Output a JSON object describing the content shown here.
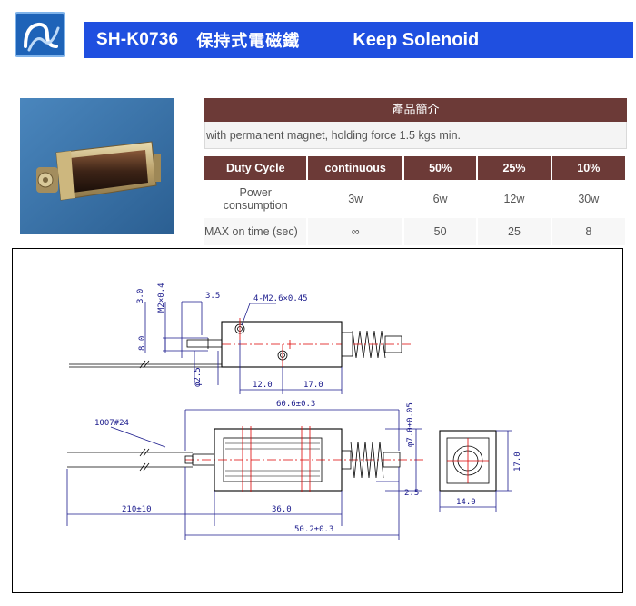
{
  "header": {
    "model": "SH-K0736",
    "chinese_name": "保持式電磁鐵",
    "english_name": "Keep Solenoid",
    "logo_icon": "company-logo-icon",
    "colors": {
      "banner": "#1f4fe0",
      "table_header": "#6c3a37"
    }
  },
  "spec": {
    "title": "產品簡介",
    "description": "with permanent magnet, holding force 1.5 kgs min.",
    "columns": [
      "Duty Cycle",
      "continuous",
      "50%",
      "25%",
      "10%"
    ],
    "rows": [
      {
        "label_line1": "Power",
        "label_line2": "consumption",
        "values": [
          "3w",
          "6w",
          "12w",
          "30w"
        ]
      },
      {
        "label": "MAX on time (sec)",
        "values": [
          "∞",
          "50",
          "25",
          "8"
        ]
      }
    ]
  },
  "drawing": {
    "top_view": {
      "dim_3_0": "3.0",
      "dim_m2": "M2×0.4",
      "dim_3_5": "3.5",
      "dim_holes": "4-M2.6×0.45",
      "dim_8_0": "8.0",
      "dim_2_5": "φ2.5",
      "dim_12_0": "12.0",
      "dim_17_0": "17.0"
    },
    "side_view": {
      "dim_60_6": "60.6±0.3",
      "dim_wire": "1007#24",
      "dim_7_0": "φ7.0±0.05",
      "dim_2_5": "2.5",
      "dim_210": "210±10",
      "dim_36_0": "36.0",
      "dim_50_2": "50.2±0.3"
    },
    "end_view": {
      "dim_17_0": "17.0",
      "dim_14_0": "14.0"
    }
  }
}
